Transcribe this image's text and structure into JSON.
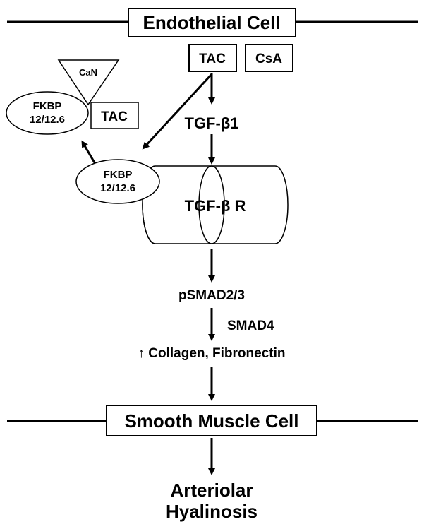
{
  "cells": {
    "endothelial": "Endothelial Cell",
    "smooth_muscle": "Smooth Muscle Cell"
  },
  "drugs": {
    "tac": "TAC",
    "csa": "CsA"
  },
  "complex": {
    "can": "CaN",
    "fkbp_line1": "FKBP",
    "fkbp_line2": "12/12.6",
    "tac": "TAC"
  },
  "receptor_fkbp": {
    "line1": "FKBP",
    "line2": "12/12.6"
  },
  "pathway": {
    "tgf_b1": "TGF-β1",
    "tgf_br": "TGF-β R",
    "psmad": "pSMAD2/3",
    "smad4": "SMAD4",
    "collagen": "↑ Collagen, Fibronectin",
    "outcome_line1": "Arteriolar",
    "outcome_line2": "Hyalinosis"
  }
}
